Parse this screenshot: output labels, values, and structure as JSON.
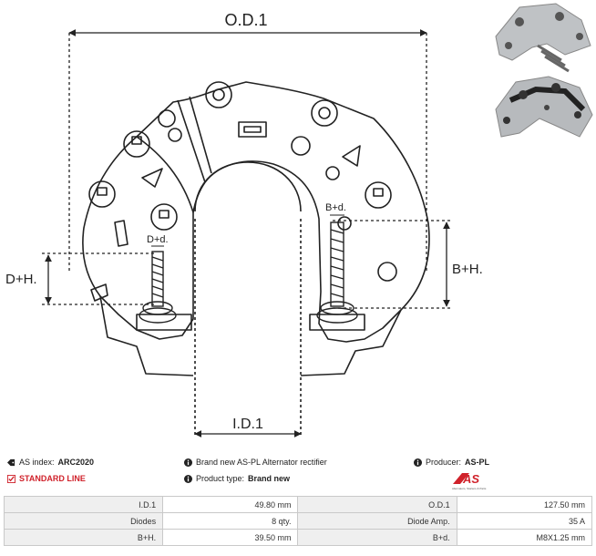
{
  "drawing": {
    "od_label": "O.D.1",
    "id_label": "I.D.1",
    "dh_label": "D+H.",
    "bh_label": "B+H.",
    "dd_label": "D+d.",
    "bd_label": "B+d."
  },
  "info": {
    "as_index_label": "AS index:",
    "as_index_value": "ARC2020",
    "standard_line": "STANDARD LINE",
    "brand_text": "Brand new AS-PL Alternator rectifier",
    "product_type_label": "Product type:",
    "product_type_value": "Brand new",
    "producer_label": "Producer:",
    "producer_value": "AS-PL",
    "logo_text": "AS",
    "logo_tagline": "Alternators, Starters & Parts"
  },
  "specs": [
    {
      "label1": "I.D.1",
      "value1": "49.80 mm",
      "label2": "O.D.1",
      "value2": "127.50 mm"
    },
    {
      "label1": "Diodes",
      "value1": "8 qty.",
      "label2": "Diode Amp.",
      "value2": "35 A"
    },
    {
      "label1": "B+H.",
      "value1": "39.50 mm",
      "label2": "B+d.",
      "value2": "M8X1.25 mm"
    }
  ],
  "colors": {
    "accent_red": "#d0222b",
    "line": "#222222",
    "table_label_bg": "#efefef"
  }
}
